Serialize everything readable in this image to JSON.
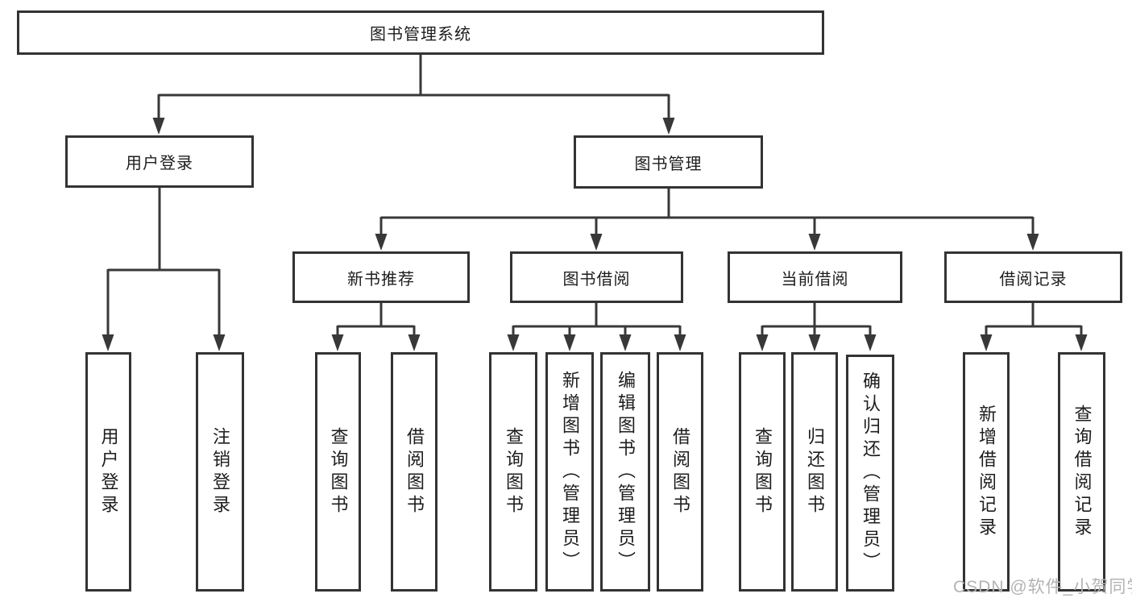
{
  "diagram": {
    "root": {
      "label": "图书管理系统"
    },
    "level2": {
      "user_login": {
        "label": "用户登录"
      },
      "book_mgmt": {
        "label": "图书管理"
      }
    },
    "level3": {
      "new_books": {
        "label": "新书推荐"
      },
      "book_borrow": {
        "label": "图书借阅"
      },
      "current_borrow": {
        "label": "当前借阅"
      },
      "borrow_records": {
        "label": "借阅记录"
      }
    },
    "leaves": {
      "user_login": [
        "用户登录",
        "注销登录"
      ],
      "new_books": [
        "查询图书",
        "借阅图书"
      ],
      "book_borrow": [
        "查询图书",
        "新增图书（管理员）",
        "编辑图书（管理员）",
        "借阅图书"
      ],
      "current_borrow": [
        "查询图书",
        "归还图书",
        "确认归还（管理员）"
      ],
      "borrow_records": [
        "新增借阅记录",
        "查询借阅记录"
      ]
    }
  },
  "watermark": {
    "text": "CSDN @软件_小贺同学"
  },
  "colors": {
    "line": "#383838",
    "box_border": "#333333",
    "box_fill": "#ffffff",
    "text": "#1d1d1d",
    "watermark": "#b3b3b3",
    "background": "#ffffff"
  }
}
